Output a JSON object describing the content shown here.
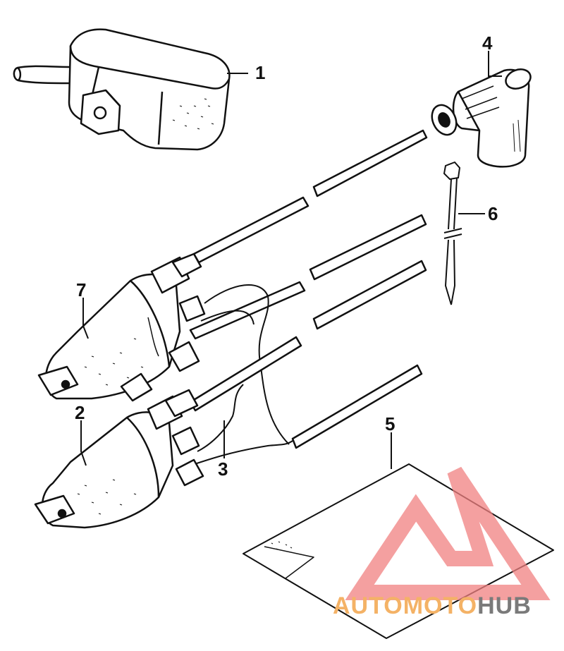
{
  "diagram": {
    "callouts": [
      "1",
      "2",
      "3",
      "4",
      "5",
      "6",
      "7"
    ]
  },
  "watermark": {
    "part1": "AUTO",
    "part2": "MOTO",
    "part3": "HUB",
    "color_primary": "#f4b266",
    "color_secondary": "#7a7a7a",
    "logo_color": "#f08080"
  }
}
